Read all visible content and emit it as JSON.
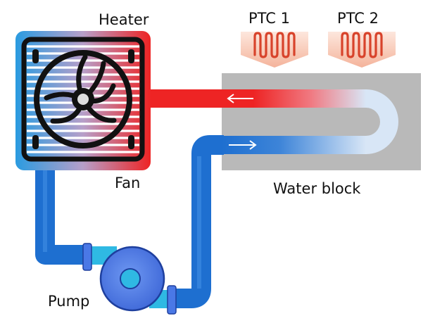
{
  "labels": {
    "heater": "Heater",
    "ptc1": "PTC 1",
    "ptc2": "PTC 2",
    "fan": "Fan",
    "water_block": "Water block",
    "pump": "Pump"
  },
  "colors": {
    "hot": "#ee2424",
    "cold": "#1e6fd0",
    "cold_light": "#2a9be0",
    "block": "#b9b9b9",
    "ptc_fill": "#f7c4b0",
    "ptc_coil": "#d8432b",
    "pump_body": "#4a78e6",
    "pump_connector": "#2fb9e3"
  },
  "icons": {
    "ptc1": "heating-element-icon",
    "ptc2": "heating-element-icon",
    "fan": "fan-icon",
    "pump": "pump-icon",
    "flow_left": "arrow-left-icon",
    "flow_right": "arrow-right-icon"
  }
}
